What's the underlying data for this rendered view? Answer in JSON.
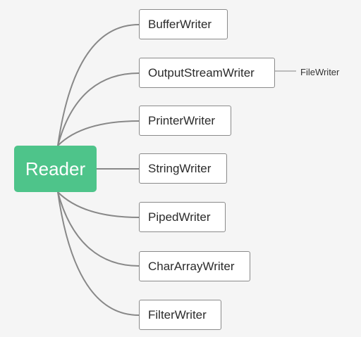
{
  "diagram": {
    "root": {
      "label": "Reader"
    },
    "children": [
      {
        "label": "BufferWriter"
      },
      {
        "label": "OutputStreamWriter",
        "children": [
          {
            "label": "FileWriter"
          }
        ]
      },
      {
        "label": "PrinterWriter"
      },
      {
        "label": "StringWriter"
      },
      {
        "label": "PipedWriter"
      },
      {
        "label": "CharArrayWriter"
      },
      {
        "label": "FilterWriter"
      }
    ]
  },
  "colors": {
    "root_fill": "#4ec48a",
    "connector": "#888888",
    "node_border": "#8a8a8a",
    "background": "#f5f5f5"
  }
}
